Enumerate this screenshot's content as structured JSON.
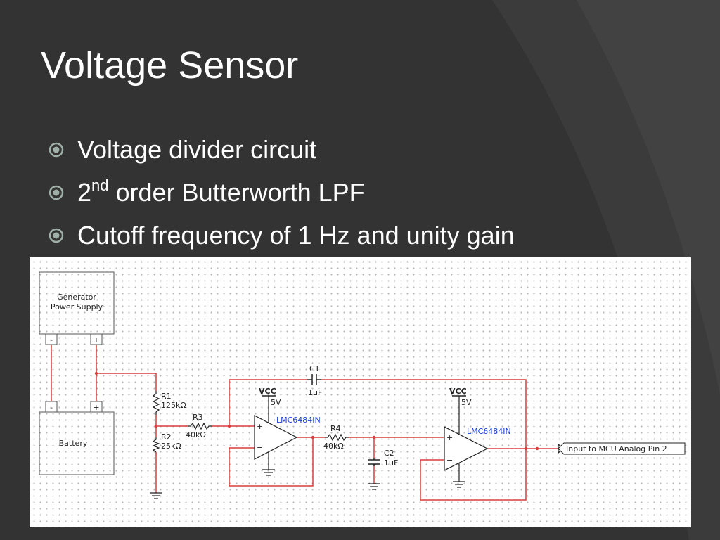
{
  "slide": {
    "title": "Voltage Sensor",
    "bullets": [
      {
        "text": "Voltage divider circuit",
        "icon": "circle-bullet-icon"
      },
      {
        "pre": "2",
        "sup": "nd",
        "post": " order Butterworth LPF",
        "icon": "circle-bullet-icon"
      },
      {
        "text": "Cutoff frequency of 1 Hz and unity gain",
        "icon": "circle-bullet-icon"
      }
    ]
  },
  "colors": {
    "background": "#333333",
    "text": "#ffffff",
    "bullet": "#9fb0a8",
    "wire_red": "#d93d3d",
    "wire_black": "#222222",
    "opamp_label": "#1a3fd6"
  },
  "schematic": {
    "generator": {
      "label_line1": "Generator",
      "label_line2": "Power Supply",
      "neg": "-",
      "pos": "+"
    },
    "battery": {
      "label": "Battery",
      "neg": "-",
      "pos": "+"
    },
    "r1": {
      "name": "R1",
      "value": "125kΩ"
    },
    "r2": {
      "name": "R2",
      "value": "25kΩ"
    },
    "r3": {
      "name": "R3",
      "value": "40kΩ"
    },
    "r4": {
      "name": "R4",
      "value": "40kΩ"
    },
    "c1": {
      "name": "C1",
      "value": "1uF"
    },
    "c2": {
      "name": "C2",
      "value": "1uF"
    },
    "vcc1": {
      "name": "VCC",
      "value": "5V"
    },
    "vcc2": {
      "name": "VCC",
      "value": "5V"
    },
    "opamp1": {
      "label": "LMC6484IN",
      "plus": "+",
      "minus": "−"
    },
    "opamp2": {
      "label": "LMC6484IN",
      "plus": "+",
      "minus": "−"
    },
    "output": {
      "label": "Input to MCU Analog Pin 2"
    }
  }
}
